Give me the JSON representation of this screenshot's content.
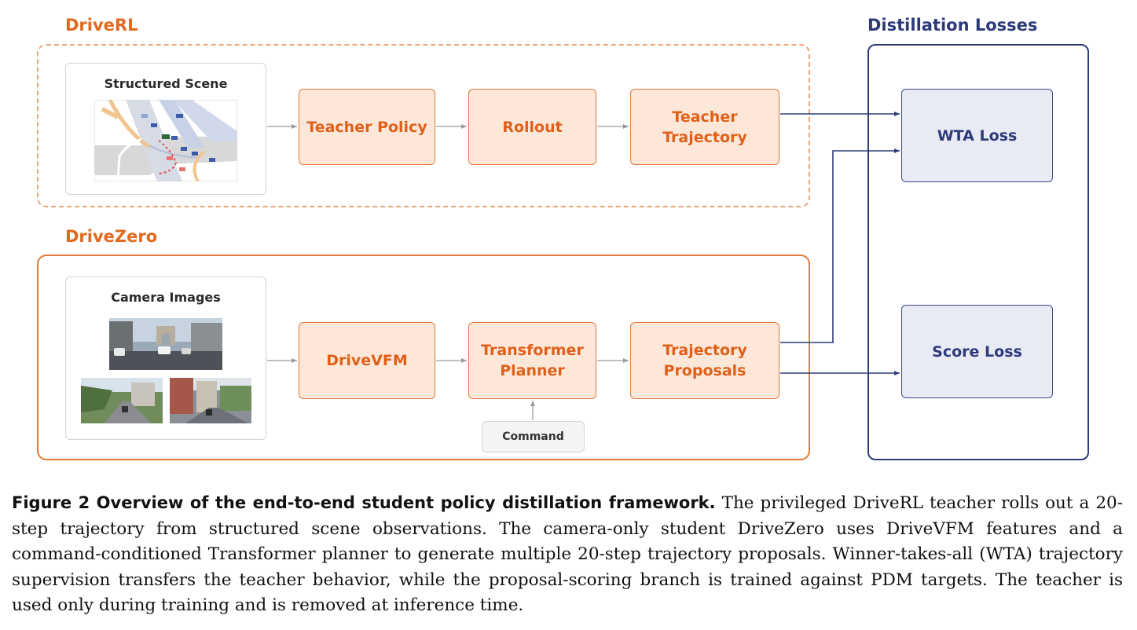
{
  "groups": {
    "driverl": {
      "title": "DriveRL"
    },
    "drivezero": {
      "title": "DriveZero"
    },
    "losses": {
      "title": "Distillation Losses"
    }
  },
  "driverl": {
    "panel_title": "Structured Scene",
    "teacher_policy": "Teacher Policy",
    "rollout": "Rollout",
    "teacher_trajectory": "Teacher\nTrajectory"
  },
  "drivezero": {
    "panel_title": "Camera Images",
    "drivevfm": "DriveVFM",
    "transformer_planner": "Transformer\nPlanner",
    "trajectory_proposals": "Trajectory\nProposals",
    "command": "Command"
  },
  "losses": {
    "wta": "WTA Loss",
    "score": "Score Loss"
  },
  "caption": {
    "label": "Figure 2  Overview of the end-to-end student policy distillation framework.",
    "text": " The privileged DriveRL teacher rolls out a 20-step trajectory from structured scene observations. The camera-only student DriveZero uses DriveVFM features and a command-conditioned Transformer planner to generate multiple 20-step trajectory proposals. Winner-takes-all (WTA) trajectory supervision transfers the teacher behavior, while the proposal-scoring branch is trained against PDM targets. The teacher is used only during training and is removed at inference time."
  },
  "colors": {
    "orange_accent": "#e0601a",
    "orange_fill": "#fde7d8",
    "navy_accent": "#2d3a7a",
    "navy_fill": "#e8eaf4"
  }
}
